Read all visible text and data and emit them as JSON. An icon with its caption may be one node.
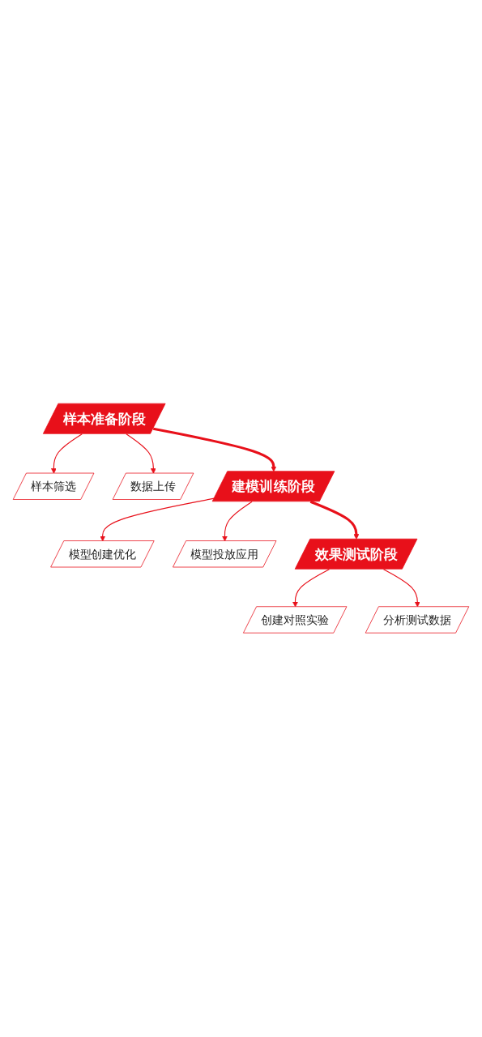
{
  "diagram": {
    "nodes": [
      {
        "text": [
          "样本准备阶段"
        ]
      },
      {
        "text": [
          "样本筛选"
        ]
      },
      {
        "text": [
          "数据上传"
        ]
      },
      {
        "text": [
          "建模训练阶段"
        ]
      },
      {
        "text": [
          "模型创建优化"
        ]
      },
      {
        "text": [
          "模型投放应用"
        ]
      },
      {
        "text": [
          "效果测试阶段"
        ]
      },
      {
        "text": [
          "创建对照实验"
        ]
      },
      {
        "text": [
          "分析测试数据"
        ]
      }
    ],
    "edges": [
      {
        "from": 0,
        "to": 1,
        "arrow": "to"
      },
      {
        "from": 0,
        "to": 2,
        "arrow": "to"
      },
      {
        "from": 0,
        "to": 3,
        "arrow": "to",
        "style": "thick"
      },
      {
        "from": 3,
        "to": 4,
        "arrow": "to"
      },
      {
        "from": 3,
        "to": 5,
        "arrow": "to"
      },
      {
        "from": 3,
        "to": 6,
        "arrow": "to",
        "style": "thick"
      },
      {
        "from": 6,
        "to": 7,
        "arrow": "to"
      },
      {
        "from": 6,
        "to": 8,
        "arrow": "to"
      }
    ]
  }
}
